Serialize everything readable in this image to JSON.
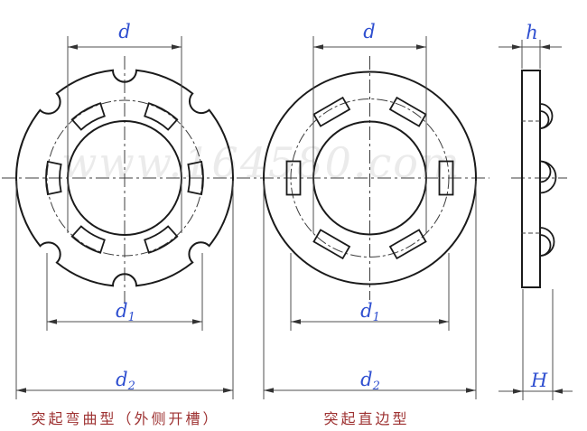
{
  "watermark": "www.164580.com",
  "dim_labels": {
    "d": "d",
    "d1_base": "d",
    "d1_sub": "1",
    "d2_base": "d",
    "d2_sub": "2",
    "h": "h",
    "H": "H"
  },
  "captions": {
    "left_view": "突起弯曲型（外侧开槽）",
    "middle_view": "突起直边型"
  },
  "colors": {
    "outline": "#1a1a1a",
    "centerline": "#3c3c3c",
    "dimension": "#4f4f4f",
    "dim_label_blue": "#2f4fd0",
    "caption_red": "#9e3232",
    "watermark_gray": "#ebebeb",
    "background": "#ffffff"
  }
}
